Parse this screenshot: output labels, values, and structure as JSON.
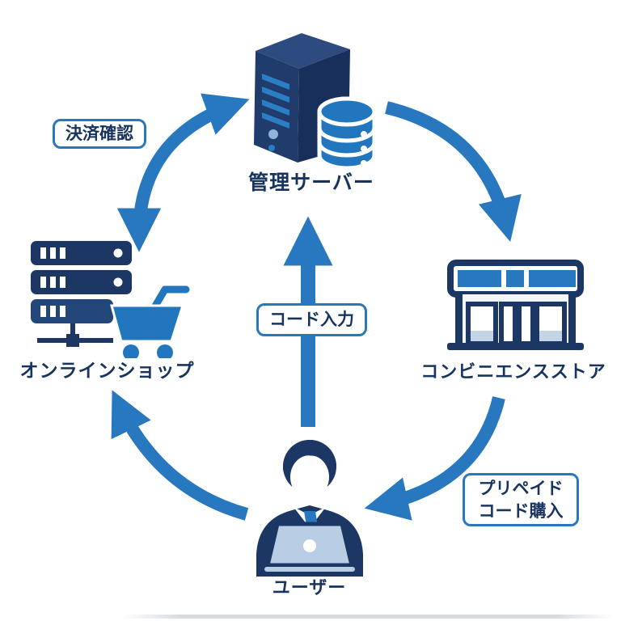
{
  "diagram": {
    "colors": {
      "arrow_blue": "#2878bf",
      "navy": "#1d3765",
      "mid_blue": "#2176bd",
      "laptop_blue": "#b9cde4",
      "pale_pane_blue": "#c3d4e6",
      "label_text": "#17335f",
      "box_border": "#2878bf",
      "background": "#ffffff"
    },
    "nodes": [
      {
        "id": "management-server",
        "label": "管理サーバー",
        "icon": "server-database-icon",
        "position": "top"
      },
      {
        "id": "convenience-store",
        "label": "コンビニエンスストア",
        "icon": "convenience-store-icon",
        "position": "right"
      },
      {
        "id": "user",
        "label": "ユーザー",
        "icon": "user-laptop-icon",
        "position": "bottom"
      },
      {
        "id": "online-shop",
        "label": "オンラインショップ",
        "icon": "server-cart-icon",
        "position": "left"
      }
    ],
    "edges": [
      {
        "id": "payment-confirm",
        "from": "online-shop",
        "to": "management-server",
        "bidirectional": true,
        "label": "決済確認"
      },
      {
        "id": "server-to-store",
        "from": "management-server",
        "to": "convenience-store",
        "bidirectional": false,
        "label": ""
      },
      {
        "id": "prepaid-purchase",
        "from": "convenience-store",
        "to": "user",
        "bidirectional": false,
        "label": "プリペイドコード購入",
        "label_lines": [
          "プリペイド",
          "コード購入"
        ]
      },
      {
        "id": "user-to-shop",
        "from": "user",
        "to": "online-shop",
        "bidirectional": false,
        "label": ""
      },
      {
        "id": "code-input",
        "from": "user",
        "to": "management-server",
        "bidirectional": false,
        "label": "コード入力"
      }
    ]
  }
}
